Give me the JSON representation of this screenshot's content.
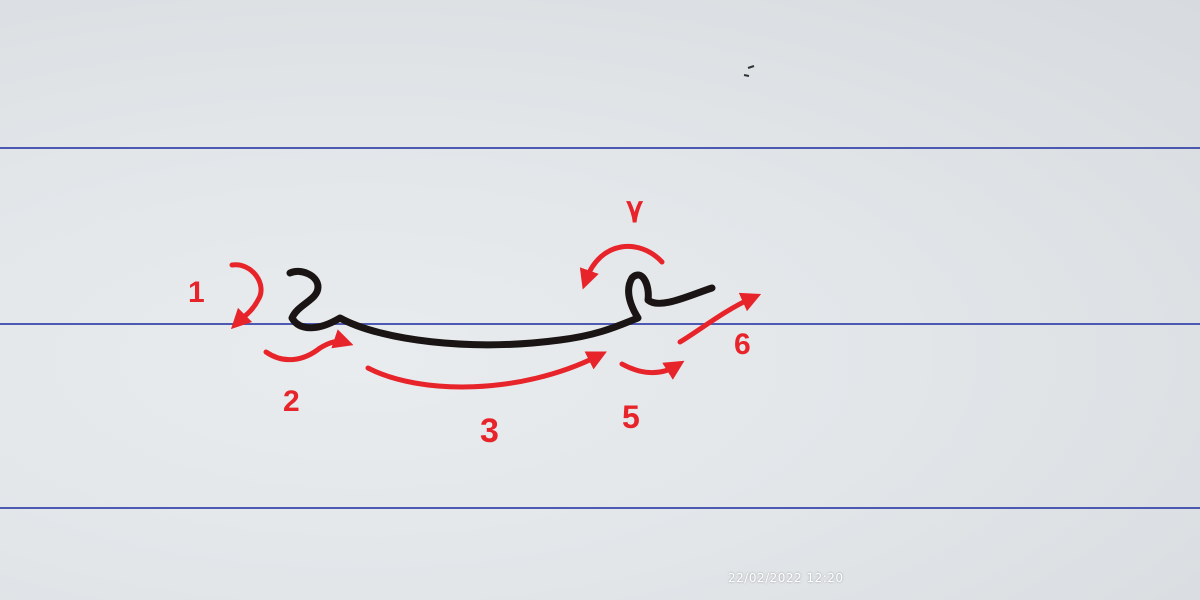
{
  "photo": {
    "timestamp": "22/02/2022 12:20",
    "colors": {
      "ink": "#1a1414",
      "marker": "#e8242b",
      "rule": "#3340a8",
      "paper": "#e2e6e9"
    }
  },
  "stroke_numbers": {
    "n1": "1",
    "n2": "2",
    "n3": "3",
    "n4": "۷",
    "n5": "5",
    "n6": "6"
  }
}
